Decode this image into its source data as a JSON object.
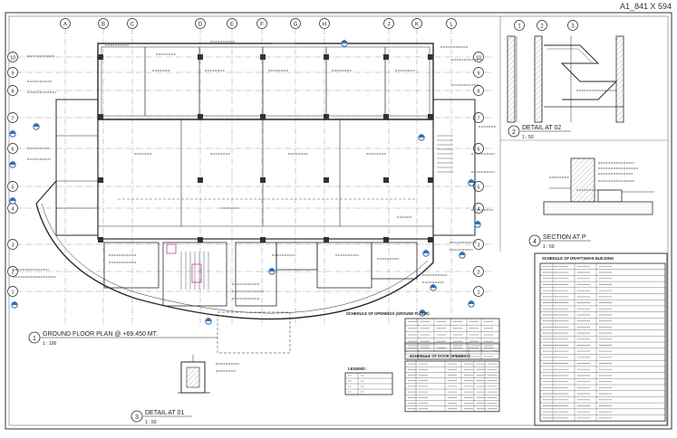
{
  "sheet": {
    "size_label": "A1_841 X 594"
  },
  "grid": {
    "columns": [
      "A",
      "B",
      "C",
      "D",
      "E",
      "F",
      "G",
      "H",
      "J",
      "K",
      "L"
    ],
    "rows": [
      "10",
      "9",
      "8",
      "7",
      "6",
      "5",
      "4",
      "3",
      "2",
      "1"
    ],
    "detail_columns": [
      "1",
      "2",
      "3"
    ]
  },
  "titles": {
    "ground_floor": {
      "number": "1",
      "label": "GROUND FLOOR PLAN @ +69.450 MT.",
      "scale": "1 : 100"
    },
    "detail_02": {
      "number": "2",
      "label": "DETAIL AT 02",
      "scale": "1 : 50"
    },
    "section_p": {
      "number": "4",
      "label": "SECTION AT P",
      "scale": "1 : 50"
    },
    "detail_01": {
      "number": "3",
      "label": "DETAIL AT 01",
      "scale": "1 : 50"
    }
  },
  "schedules": {
    "windows": {
      "title": "SCHEDULE OF OPENINGS (GROUND FLOOR)"
    },
    "doors": {
      "title": "SCHEDULE OF DOOR OPENINGS"
    },
    "finishes": {
      "title": "SCHEDULE OF DRAFTSMAN BUILDING"
    },
    "legend": {
      "title": "LEGEND :"
    }
  },
  "colors": {
    "line": "#2a2a2a",
    "grid_line": "#555555",
    "accent_blue": "#2f6fb4",
    "accent_magenta": "#c03aa0"
  }
}
